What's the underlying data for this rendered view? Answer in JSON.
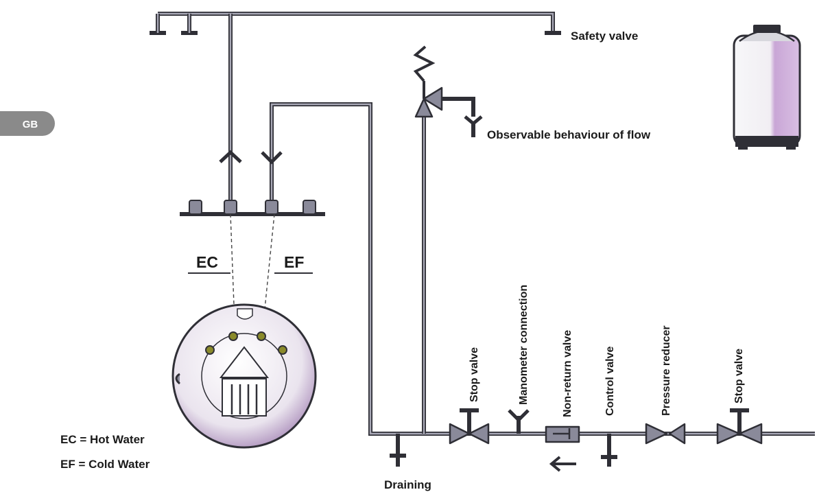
{
  "tab": {
    "text": "GB",
    "color": "#8a8a8a"
  },
  "labels": {
    "safety_valve": "Safety valve",
    "observable_flow": "Observable behaviour of flow",
    "stop_valve_left": "Stop valve",
    "manometer_connection": "Manometer connection",
    "non_return_valve": "Non-return valve",
    "control_valve": "Control valve",
    "pressure_reducer": "Pressure reducer",
    "stop_valve_right": "Stop valve",
    "draining": "Draining",
    "ec": "EC",
    "ef": "EF"
  },
  "legend": {
    "ec": "EC = Hot Water",
    "ef": "EF = Cold Water"
  },
  "colors": {
    "pipe": "#2f2f36",
    "pipe_inner": "#a8a8b6",
    "valve_fill": "#8a8a9a",
    "heater_accent": "#c9a6d6"
  }
}
